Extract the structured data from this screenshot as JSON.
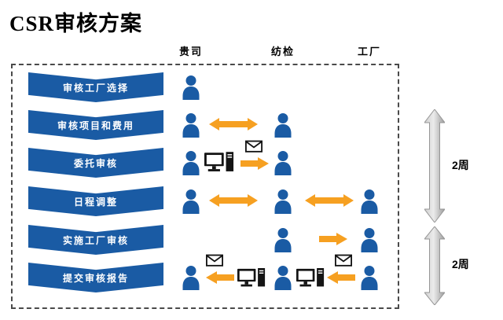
{
  "title": "CSR审核方案",
  "columns": [
    {
      "label": "贵司"
    },
    {
      "label": "纺检"
    },
    {
      "label": "工厂"
    }
  ],
  "steps": [
    {
      "label": "审核工厂选择"
    },
    {
      "label": "审核项目和费用"
    },
    {
      "label": "委托审核"
    },
    {
      "label": "日程调整"
    },
    {
      "label": "实施工厂审核"
    },
    {
      "label": "提交审核报告"
    }
  ],
  "durations": [
    {
      "label": "2周"
    },
    {
      "label": "2周"
    }
  ],
  "flow_rows": [
    {
      "step": "审核工厂选择",
      "participants": [
        "贵司"
      ],
      "arrows": []
    },
    {
      "step": "审核项目和费用",
      "participants": [
        "贵司",
        "纺检"
      ],
      "arrows": [
        "贵司↔纺检"
      ]
    },
    {
      "step": "委托审核",
      "participants": [
        "贵司",
        "纺检"
      ],
      "arrows": [
        "贵司→纺检"
      ],
      "icons": [
        "computer",
        "email"
      ]
    },
    {
      "step": "日程调整",
      "participants": [
        "贵司",
        "纺检",
        "工厂"
      ],
      "arrows": [
        "贵司↔纺检",
        "纺检↔工厂"
      ]
    },
    {
      "step": "实施工厂审核",
      "participants": [
        "纺检",
        "工厂"
      ],
      "arrows": [
        "纺检→工厂"
      ]
    },
    {
      "step": "提交审核报告",
      "participants": [
        "贵司",
        "纺检",
        "工厂"
      ],
      "arrows": [
        "纺检→贵司",
        "工厂→纺检"
      ],
      "icons": [
        "email",
        "computer",
        "computer",
        "email"
      ]
    }
  ],
  "icons": {
    "person": "person-icon",
    "computer": "desktop-computer-icon",
    "email": "email-icon",
    "orange_arrow": "flow-arrow-icon",
    "gray_arrow": "duration-span-arrow-icon"
  },
  "colors": {
    "step_blue": "#1a5ba4",
    "arrow_orange": "#f6a021",
    "gray_arrow_light": "#e6e6e6",
    "gray_arrow_dark": "#9a9a9a",
    "icon_black": "#141414"
  }
}
